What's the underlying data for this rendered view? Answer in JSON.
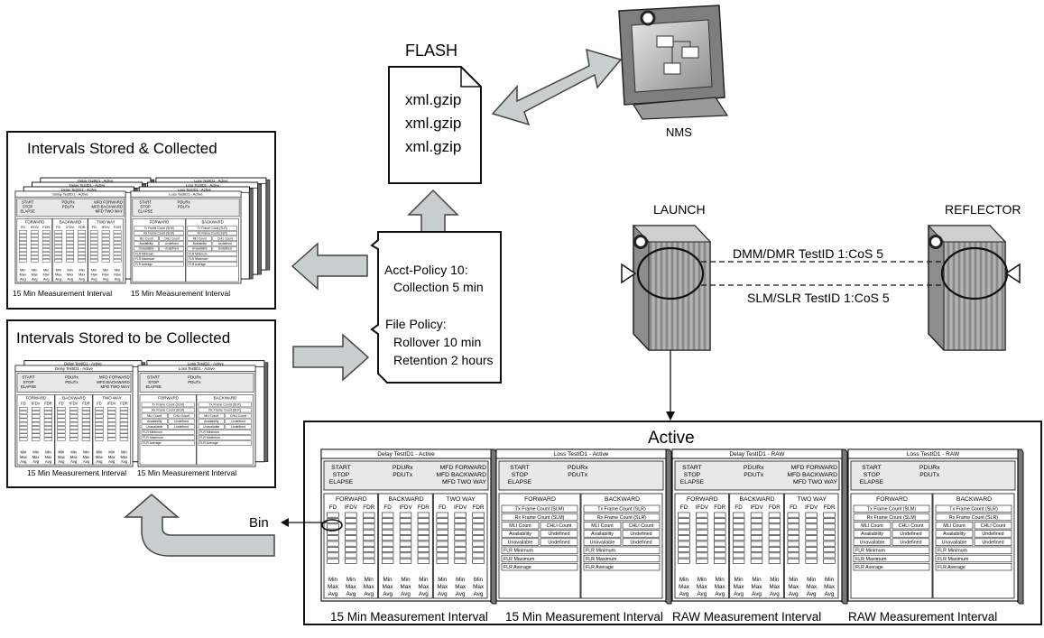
{
  "flash": {
    "title": "FLASH",
    "files": [
      "xml.gzip",
      "xml.gzip",
      "xml.gzip"
    ]
  },
  "nms": {
    "label": "NMS"
  },
  "policy": {
    "acct_line1": "Acct-Policy 10:",
    "acct_line2": "Collection 5 min",
    "file_line1": "File Policy:",
    "file_line2": "Rollover 10 min",
    "file_line3": "Retention 2 hours"
  },
  "launch": {
    "label": "LAUNCH"
  },
  "reflector": {
    "label": "REFLECTOR"
  },
  "links": {
    "dmm": "DMM/DMR TestID 1:CoS 5",
    "slm": "SLM/SLR TestID 1:CoS 5"
  },
  "stored_collected": {
    "title": "Intervals Stored & Collected",
    "delay_tabs": [
      "Delay TestID1 - Active",
      "Delay TestID1 - Active",
      "Delay TestID1 - Active",
      "Delay TestID1 - Active"
    ],
    "loss_tabs": [
      "Loss TestID1 - Active",
      "Loss TestID1 - Active",
      "Loss TestID1 - Active",
      "Loss TestID1 - Active"
    ],
    "caption_left": "15 Min Measurement Interval",
    "caption_right": "15 Min Measurement Interval"
  },
  "stored_to_collect": {
    "title": "Intervals Stored to be Collected",
    "delay_tabs": [
      "Delay TestID1 - Active",
      "Delay TestID1 - Active"
    ],
    "loss_tabs": [
      "Loss TestID1 - Active",
      "Loss TestID1 - Active"
    ],
    "caption_left": "15 Min Measurement Interval",
    "caption_right": "15 Min Measurement Interval"
  },
  "bin": {
    "label": "Bin"
  },
  "active": {
    "title": "Active",
    "panels": [
      {
        "tab": "Delay TestID1 - Active",
        "kind": "delay",
        "caption": "15 Min Measurement Interval"
      },
      {
        "tab": "Loss TestID1 - Active",
        "kind": "loss",
        "caption": "15 Min Measurement Interval"
      },
      {
        "tab": "Delay TestID1 - RAW",
        "kind": "delay",
        "caption": "RAW Measurement Interval"
      },
      {
        "tab": "Loss TestID1 - RAW",
        "kind": "loss",
        "caption": "RAW Measurement Interval"
      }
    ]
  },
  "delay_panel": {
    "header_left": [
      "START",
      "STOP",
      "ELAPSE"
    ],
    "header_mid": [
      "PDURx",
      "PDUTx"
    ],
    "header_right": [
      "MFD FORWARD",
      "MFD BACKWARD",
      "MFD TWO WAY"
    ],
    "groups": [
      "FORWARD",
      "BACKWARD",
      "TWO WAY"
    ],
    "cols": [
      "FD",
      "IFDV",
      "FDR"
    ],
    "stats": [
      "Min",
      "Max",
      "Avg"
    ]
  },
  "loss_panel": {
    "header_left": [
      "START",
      "STOP",
      "ELAPSE"
    ],
    "header_mid": [
      "PDURx",
      "PDUTx"
    ],
    "groups": [
      "FORWARD",
      "BACKWARD"
    ],
    "fwd_rows": [
      "Tx Frame Count (SLM)",
      "Rx Frame Count (SLM)"
    ],
    "bwd_rows": [
      "Tx Frame Count (SLR)",
      "Rx Frame Count (SLR)"
    ],
    "fwd_pairs": [
      [
        "MLI Count",
        "CHLI Count"
      ],
      [
        "Availability",
        "Undefined"
      ],
      [
        "Unavailable",
        "Undefined"
      ]
    ],
    "bwd_pairs": [
      [
        "MLI Count",
        "CHLI Count"
      ],
      [
        "Availability",
        "Undefined"
      ],
      [
        "Unavailable",
        "Undefined"
      ]
    ],
    "flr_rows": [
      "FLR Minimum",
      "FLR Maximum",
      "FLR Average"
    ]
  },
  "colors": {
    "arrow_fill": "#c9cfcf",
    "arrow_stroke": "#4a4a4a",
    "router_fill": "#a9a9a9",
    "panel_shade": "#e8e8e8"
  }
}
